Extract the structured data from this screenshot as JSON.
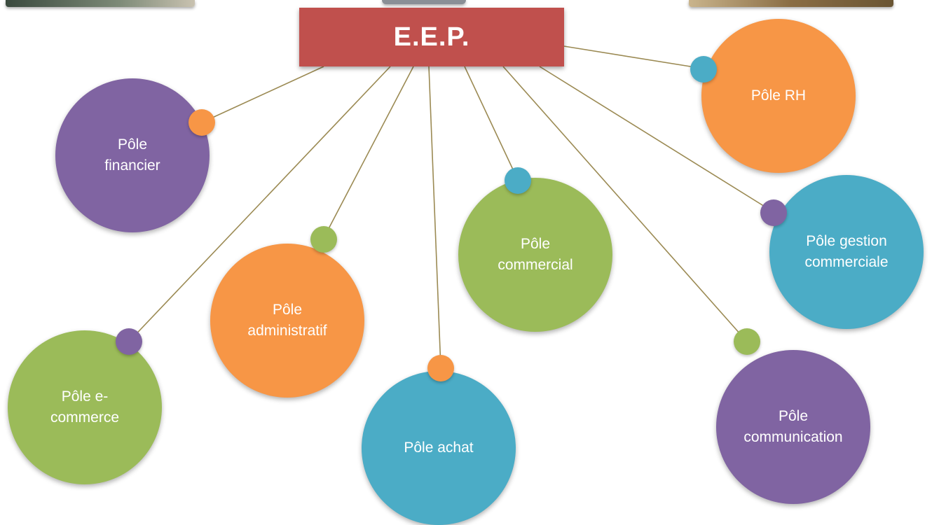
{
  "root": {
    "label": "E.E.P."
  },
  "nodes": [
    {
      "id": "financier",
      "label": "Pôle\nfinancier",
      "color": "#8064a2",
      "dot_color": "#f79646"
    },
    {
      "id": "e-commerce",
      "label": "Pôle e-\ncommerce",
      "color": "#9bbb59",
      "dot_color": "#8064a2"
    },
    {
      "id": "administratif",
      "label": "Pôle\nadministratif",
      "color": "#f79646",
      "dot_color": "#9bbb59"
    },
    {
      "id": "achat",
      "label": "Pôle achat",
      "color": "#4bacc6",
      "dot_color": "#f79646"
    },
    {
      "id": "commercial",
      "label": "Pôle\ncommercial",
      "color": "#9bbb59",
      "dot_color": "#4bacc6"
    },
    {
      "id": "communication",
      "label": "Pôle\ncommunication",
      "color": "#8064a2",
      "dot_color": "#9bbb59"
    },
    {
      "id": "gestion-commerciale",
      "label": "Pôle gestion\ncommerciale",
      "color": "#4bacc6",
      "dot_color": "#8064a2"
    },
    {
      "id": "rh",
      "label": "Pôle RH",
      "color": "#f79646",
      "dot_color": "#4bacc6"
    }
  ],
  "colors": {
    "root": "#c0504d",
    "connector": "#9b8a53"
  }
}
